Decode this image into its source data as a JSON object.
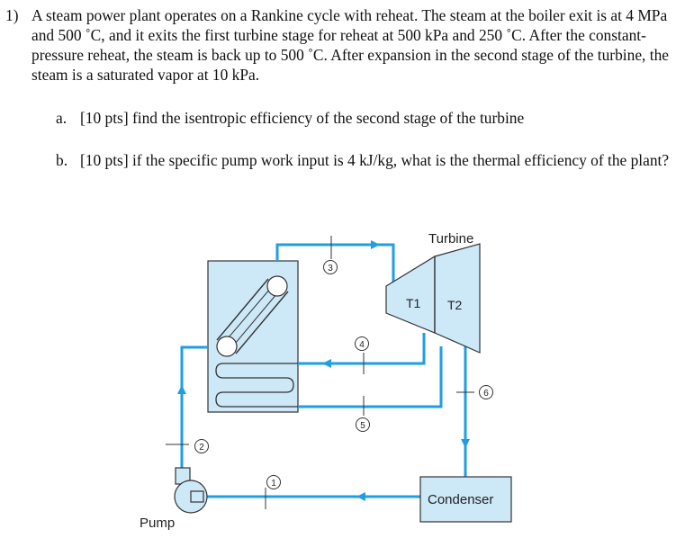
{
  "problem": {
    "number": "1)",
    "stem": "A steam power plant operates on a Rankine cycle with reheat. The steam at the boiler exit is at 4 MPa and 500 ˚C, and it exits the first turbine stage for reheat at 500 kPa and 250 ˚C. After the constant-pressure reheat, the steam is back up to 500 ˚C. After expansion in the second stage of the turbine, the steam is a saturated vapor at 10 kPa.",
    "parts": [
      {
        "label": "a.",
        "text": "[10 pts] find the isentropic efficiency of the second stage of the turbine"
      },
      {
        "label": "b.",
        "text": "[10 pts] if the specific pump work input is 4 kJ/kg, what is the thermal efficiency of the plant?"
      }
    ]
  },
  "diagram": {
    "turbine_label": "Turbine",
    "t1_label": "T1",
    "t2_label": "T2",
    "condenser_label": "Condenser",
    "pump_label": "Pump",
    "states": [
      "1",
      "2",
      "3",
      "4",
      "5",
      "6"
    ],
    "colors": {
      "pipe": "#1f9ee6",
      "equipment_fill": "#cde8f7",
      "outline": "#333333"
    }
  }
}
